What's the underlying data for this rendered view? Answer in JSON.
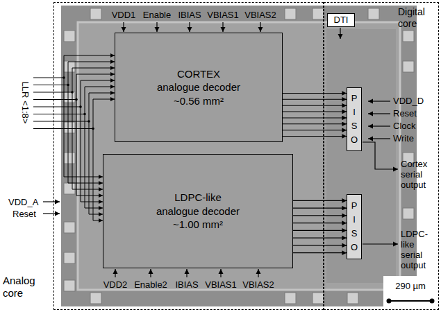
{
  "diagram": {
    "nodes": [
      {
        "text": [
          "Analog core"
        ]
      },
      {
        "text": [
          "CORTEX",
          "analogue decoder",
          "~0.56 mm²"
        ],
        "in": 0
      },
      {
        "text": [
          "LDPC-like",
          "analogue decoder",
          "~1.00 mm²"
        ],
        "in": 0
      },
      {
        "text": [
          "Digital core"
        ]
      },
      {
        "text": [
          "DTI"
        ],
        "in": 3
      },
      {
        "text": [
          "P I S O"
        ],
        "in": 3
      },
      {
        "text": [
          "P I S O"
        ],
        "in": 3
      }
    ],
    "edges": [
      {
        "from": 1,
        "to": 5,
        "arrow": "to"
      },
      {
        "from": 1,
        "to": 5,
        "arrow": "to"
      },
      {
        "from": 1,
        "to": 5,
        "arrow": "to"
      },
      {
        "from": 1,
        "to": 5,
        "arrow": "to"
      },
      {
        "from": 1,
        "to": 5,
        "arrow": "to"
      },
      {
        "from": 1,
        "to": 5,
        "arrow": "to"
      },
      {
        "from": 1,
        "to": 5,
        "arrow": "to"
      },
      {
        "from": 1,
        "to": 5,
        "arrow": "to"
      },
      {
        "from": 2,
        "to": 6,
        "arrow": "to"
      },
      {
        "from": 2,
        "to": 6,
        "arrow": "to"
      },
      {
        "from": 2,
        "to": 6,
        "arrow": "to"
      },
      {
        "from": 2,
        "to": 6,
        "arrow": "to"
      },
      {
        "from": 2,
        "to": 6,
        "arrow": "to"
      },
      {
        "from": 2,
        "to": 6,
        "arrow": "to"
      },
      {
        "from": 2,
        "to": 6,
        "arrow": "to"
      },
      {
        "from": 2,
        "to": 6,
        "arrow": "to"
      }
    ],
    "labels": [
      "VDD1",
      "Enable",
      "IBIAS",
      "VBIAS1",
      "VBIAS2",
      "LLR <1:8>",
      "VDD_A",
      "Reset",
      "VDD2",
      "Enable2",
      "IBIAS",
      "VBIAS1",
      "VBIAS2",
      "VDD_D",
      "Reset",
      "Clock",
      "Write",
      "Cortex serial output",
      "LDPC-like serial output",
      "290 µm"
    ]
  }
}
